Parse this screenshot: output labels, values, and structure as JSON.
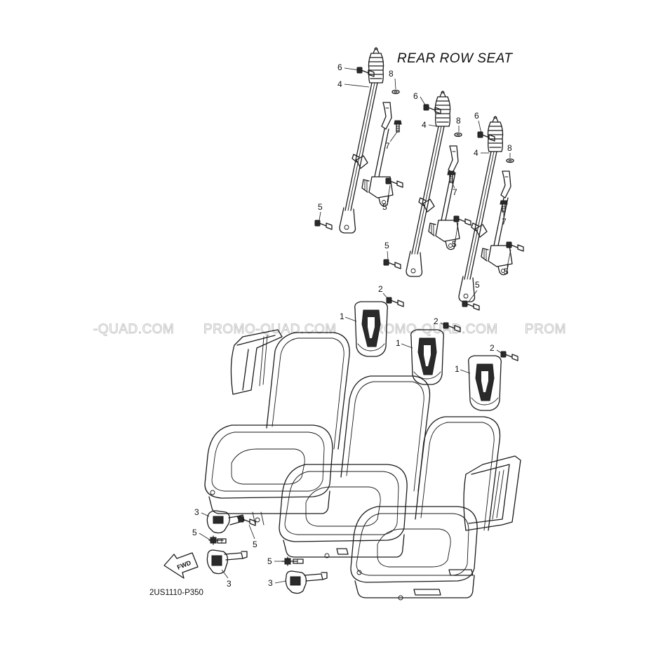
{
  "diagram": {
    "title": "REAR ROW SEAT",
    "code": "2US1110-P350",
    "fwd_label": "FWD",
    "watermark": "PROMO-QUAD.COM",
    "watermark_partial_left": "-QUAD.COM",
    "watermark_partial_right": "PROM",
    "callouts": [
      "1",
      "2",
      "3",
      "4",
      "5",
      "6",
      "7",
      "8"
    ]
  }
}
